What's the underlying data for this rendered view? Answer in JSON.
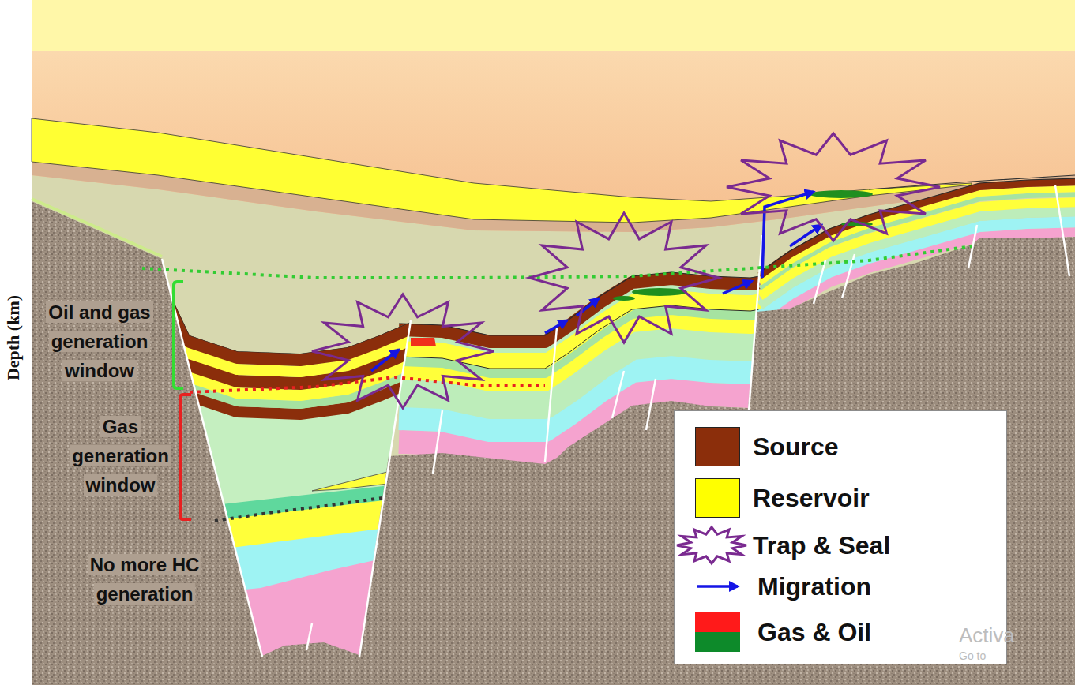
{
  "diagram": {
    "labels": [
      "Depth (km)",
      "Oil and gas generation window",
      "Gas generation window",
      "No more HC generation",
      "Activa",
      "Go to"
    ],
    "legend": [
      {
        "text": "Source",
        "color": "#8b2e0b"
      },
      {
        "text": "Reservoir",
        "color": "#ffff00"
      },
      {
        "text": "Trap & Seal"
      },
      {
        "text": "Migration"
      },
      {
        "text": "Gas & Oil"
      }
    ]
  }
}
